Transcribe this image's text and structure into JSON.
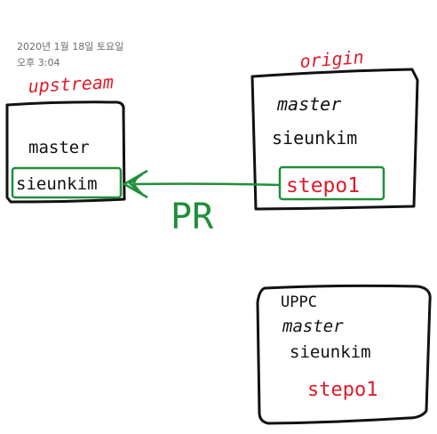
{
  "header": {
    "date": "2020년 1월 18일 토요일",
    "time": "오후 3:04"
  },
  "colors": {
    "ink": "#111111",
    "red": "#e01a2b",
    "green": "#1f8f3a",
    "timestamp": "#6b6b6b"
  },
  "nodes": {
    "upstream": {
      "title": "upstream",
      "branches": [
        "master",
        "sieunkim"
      ]
    },
    "origin": {
      "title": "origin",
      "branches": [
        "master",
        "sieunkim",
        "stepo1"
      ]
    },
    "local": {
      "title": "UPPC",
      "branches": [
        "master",
        "sieunkim",
        "stepo1"
      ]
    }
  },
  "edge": {
    "label": "PR",
    "from": "origin.stepo1",
    "to": "upstream.sieunkim"
  }
}
